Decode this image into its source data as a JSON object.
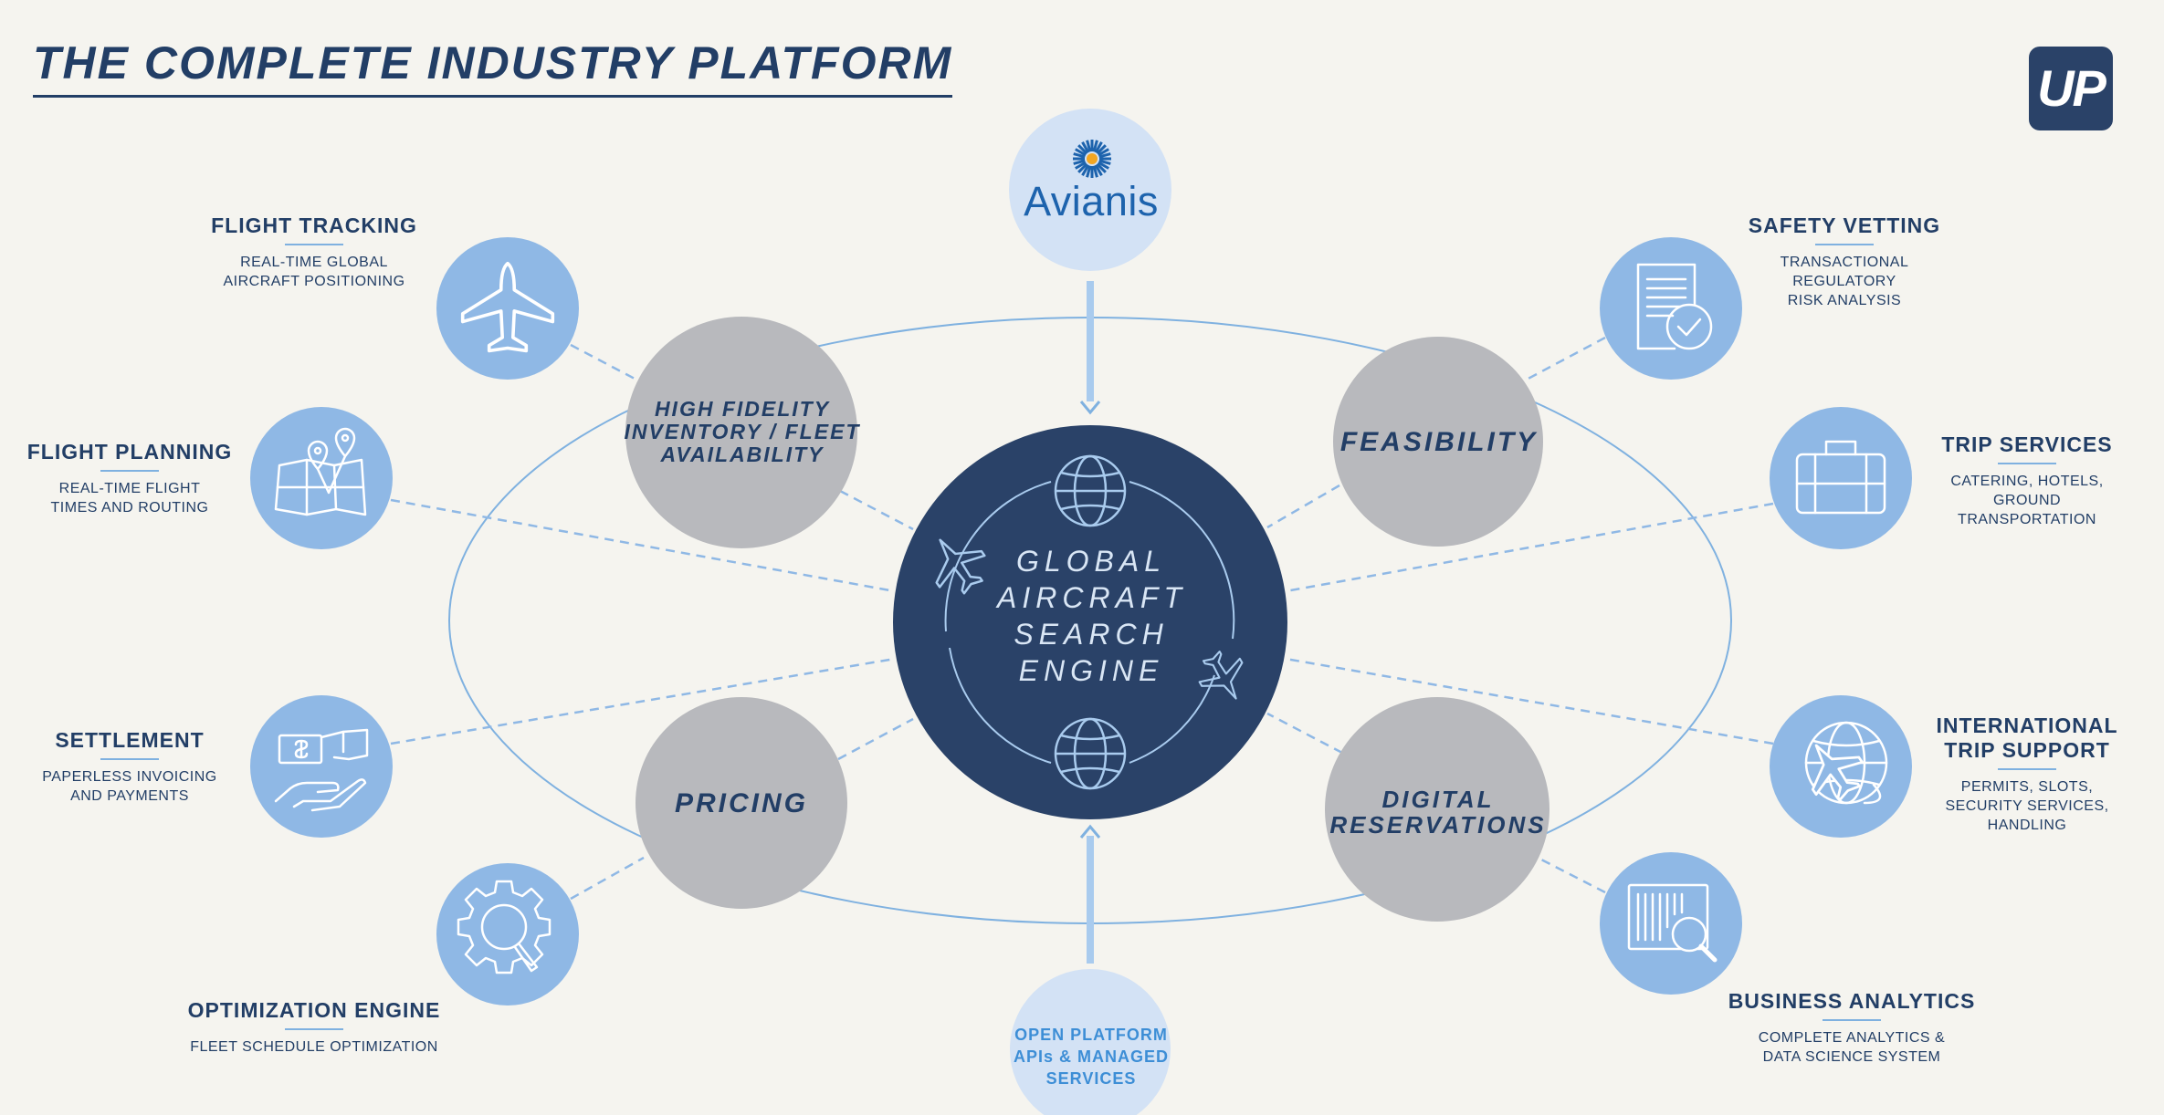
{
  "title": "THE COMPLETE INDUSTRY PLATFORM",
  "logo_text": "UP",
  "core": {
    "lines": [
      "GLOBAL",
      "AIRCRAFT",
      "SEARCH",
      "ENGINE"
    ]
  },
  "top_source": {
    "brand": "Avianis"
  },
  "bottom_source": {
    "lines": [
      "OPEN PLATFORM",
      "APIs & MANAGED",
      "SERVICES"
    ]
  },
  "pillars": {
    "inventory": [
      "HIGH FIDELITY",
      "INVENTORY / FLEET",
      "AVAILABILITY"
    ],
    "feasibility": [
      "FEASIBILITY"
    ],
    "pricing": [
      "PRICING"
    ],
    "digital": [
      "DIGITAL",
      "RESERVATIONS"
    ]
  },
  "left_nodes": [
    {
      "key": "flight_tracking",
      "icon": "airplane-icon",
      "title": [
        "FLIGHT TRACKING"
      ],
      "desc": [
        "REAL-TIME GLOBAL",
        "AIRCRAFT POSITIONING"
      ]
    },
    {
      "key": "flight_planning",
      "icon": "map-pins-icon",
      "title": [
        "FLIGHT PLANNING"
      ],
      "desc": [
        "REAL-TIME FLIGHT",
        "TIMES AND ROUTING"
      ]
    },
    {
      "key": "settlement",
      "icon": "payment-hand-icon",
      "title": [
        "SETTLEMENT"
      ],
      "desc": [
        "PAPERLESS INVOICING",
        "AND PAYMENTS"
      ]
    },
    {
      "key": "optimization",
      "icon": "gear-search-icon",
      "title": [
        "OPTIMIZATION ENGINE"
      ],
      "desc": [
        "FLEET SCHEDULE OPTIMIZATION"
      ]
    }
  ],
  "right_nodes": [
    {
      "key": "safety_vetting",
      "icon": "document-check-icon",
      "title": [
        "SAFETY VETTING"
      ],
      "desc": [
        "TRANSACTIONAL",
        "REGULATORY",
        "RISK ANALYSIS"
      ]
    },
    {
      "key": "trip_services",
      "icon": "briefcase-icon",
      "title": [
        "TRIP SERVICES"
      ],
      "desc": [
        "CATERING, HOTELS,",
        "GROUND",
        "TRANSPORTATION"
      ]
    },
    {
      "key": "intl_trip_support",
      "icon": "globe-plane-icon",
      "title": [
        "INTERNATIONAL",
        "TRIP SUPPORT"
      ],
      "desc": [
        "PERMITS, SLOTS,",
        "SECURITY SERVICES,",
        "HANDLING"
      ]
    },
    {
      "key": "business_analytics",
      "icon": "barcode-search-icon",
      "title": [
        "BUSINESS ANALYTICS"
      ],
      "desc": [
        "COMPLETE ANALYTICS &",
        "DATA SCIENCE SYSTEM"
      ]
    }
  ],
  "colors": {
    "background": "#f5f4ef",
    "navy": "#223e66",
    "core_fill": "#2a4268",
    "pillar_fill": "#b8b9bd",
    "node_fill": "#8fb8e5",
    "source_fill": "#d3e2f5",
    "line": "#7fb1e0"
  }
}
